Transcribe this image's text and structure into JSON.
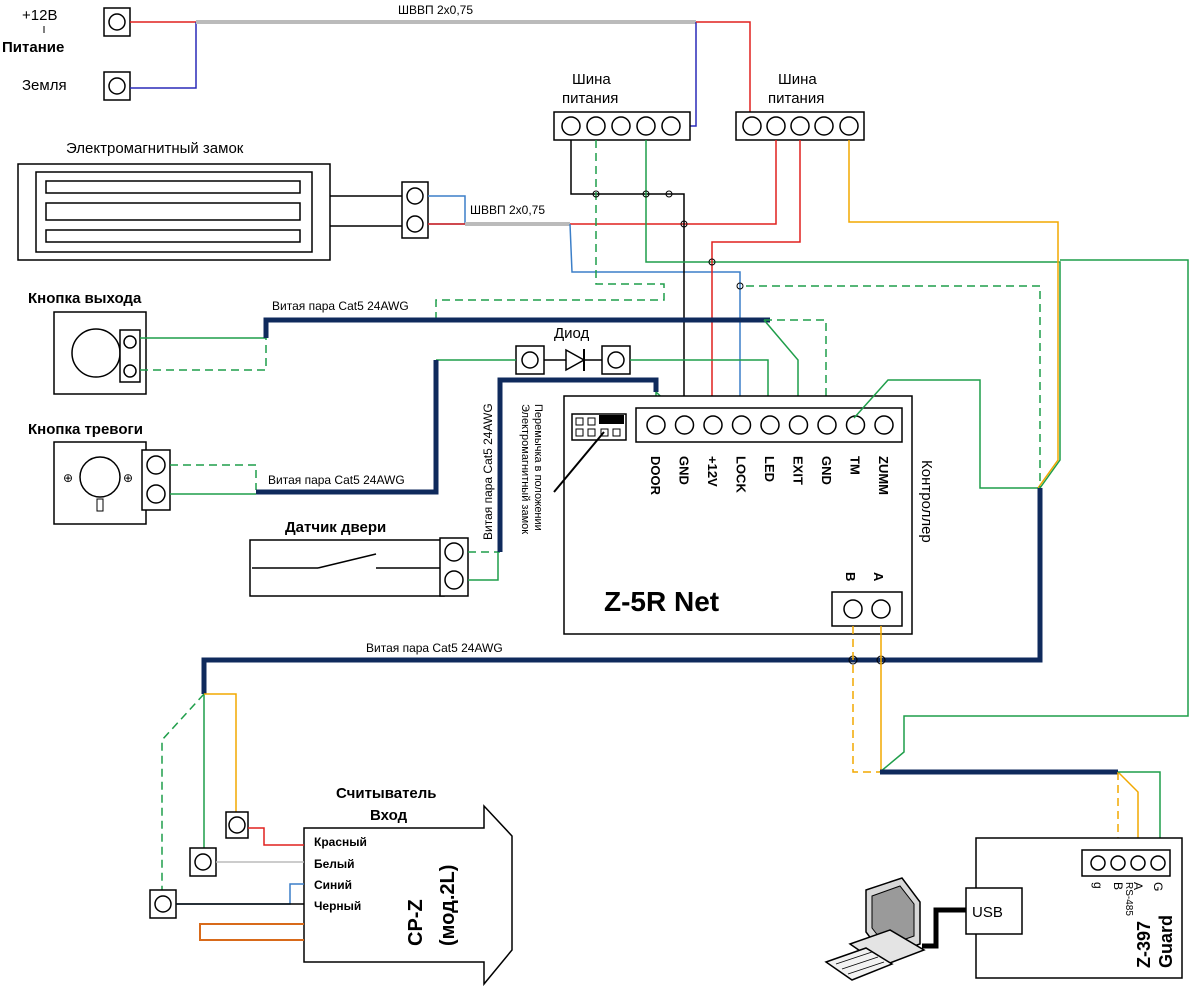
{
  "power": {
    "plus12_label": "+12В",
    "power_label": "Питание",
    "ground_label": "Земля",
    "cable_top_label": "ШВВП 2х0,75"
  },
  "bus_left": {
    "label_line1": "Шина",
    "label_line2": "питания"
  },
  "bus_right": {
    "label_line1": "Шина",
    "label_line2": "питания"
  },
  "lock": {
    "title": "Электромагнитный замок",
    "cable_label": "ШВВП 2х0,75"
  },
  "exit_button": {
    "title": "Кнопка выхода",
    "cable_label": "Витая пара Cat5 24AWG"
  },
  "alarm_button": {
    "title": "Кнопка тревоги",
    "cable_label": "Витая пара Cat5 24AWG"
  },
  "door_sensor": {
    "title": "Датчик двери",
    "cable_label": "Витая пара Cat5 24AWG"
  },
  "diode": {
    "label": "Диод"
  },
  "jumper": {
    "label_line1": "Перемычка в положении",
    "label_line2": "Электромагнитный замок"
  },
  "controller": {
    "side_label": "Контроллер",
    "model": "Z-5R Net",
    "pins": [
      "DOOR",
      "GND",
      "+12V",
      "LOCK",
      "LED",
      "EXIT",
      "GND",
      "TM",
      "ZUMM"
    ],
    "bus_pins": [
      "B",
      "A"
    ]
  },
  "bottom_cable": {
    "label": "Витая пара Cat5 24AWG"
  },
  "reader": {
    "title_line1": "Считыватель",
    "title_line2": "Вход",
    "wires": [
      "Красный",
      "Белый",
      "Синий",
      "Черный"
    ],
    "model_line1": "CP-Z",
    "model_line2": "(мод.2L)"
  },
  "converter": {
    "usb_label": "USB",
    "pins": [
      "B",
      "A",
      "G"
    ],
    "pin_first": "g",
    "rs_label": "RS-485",
    "model_line1": "Z-397",
    "model_line2": "Guard"
  }
}
